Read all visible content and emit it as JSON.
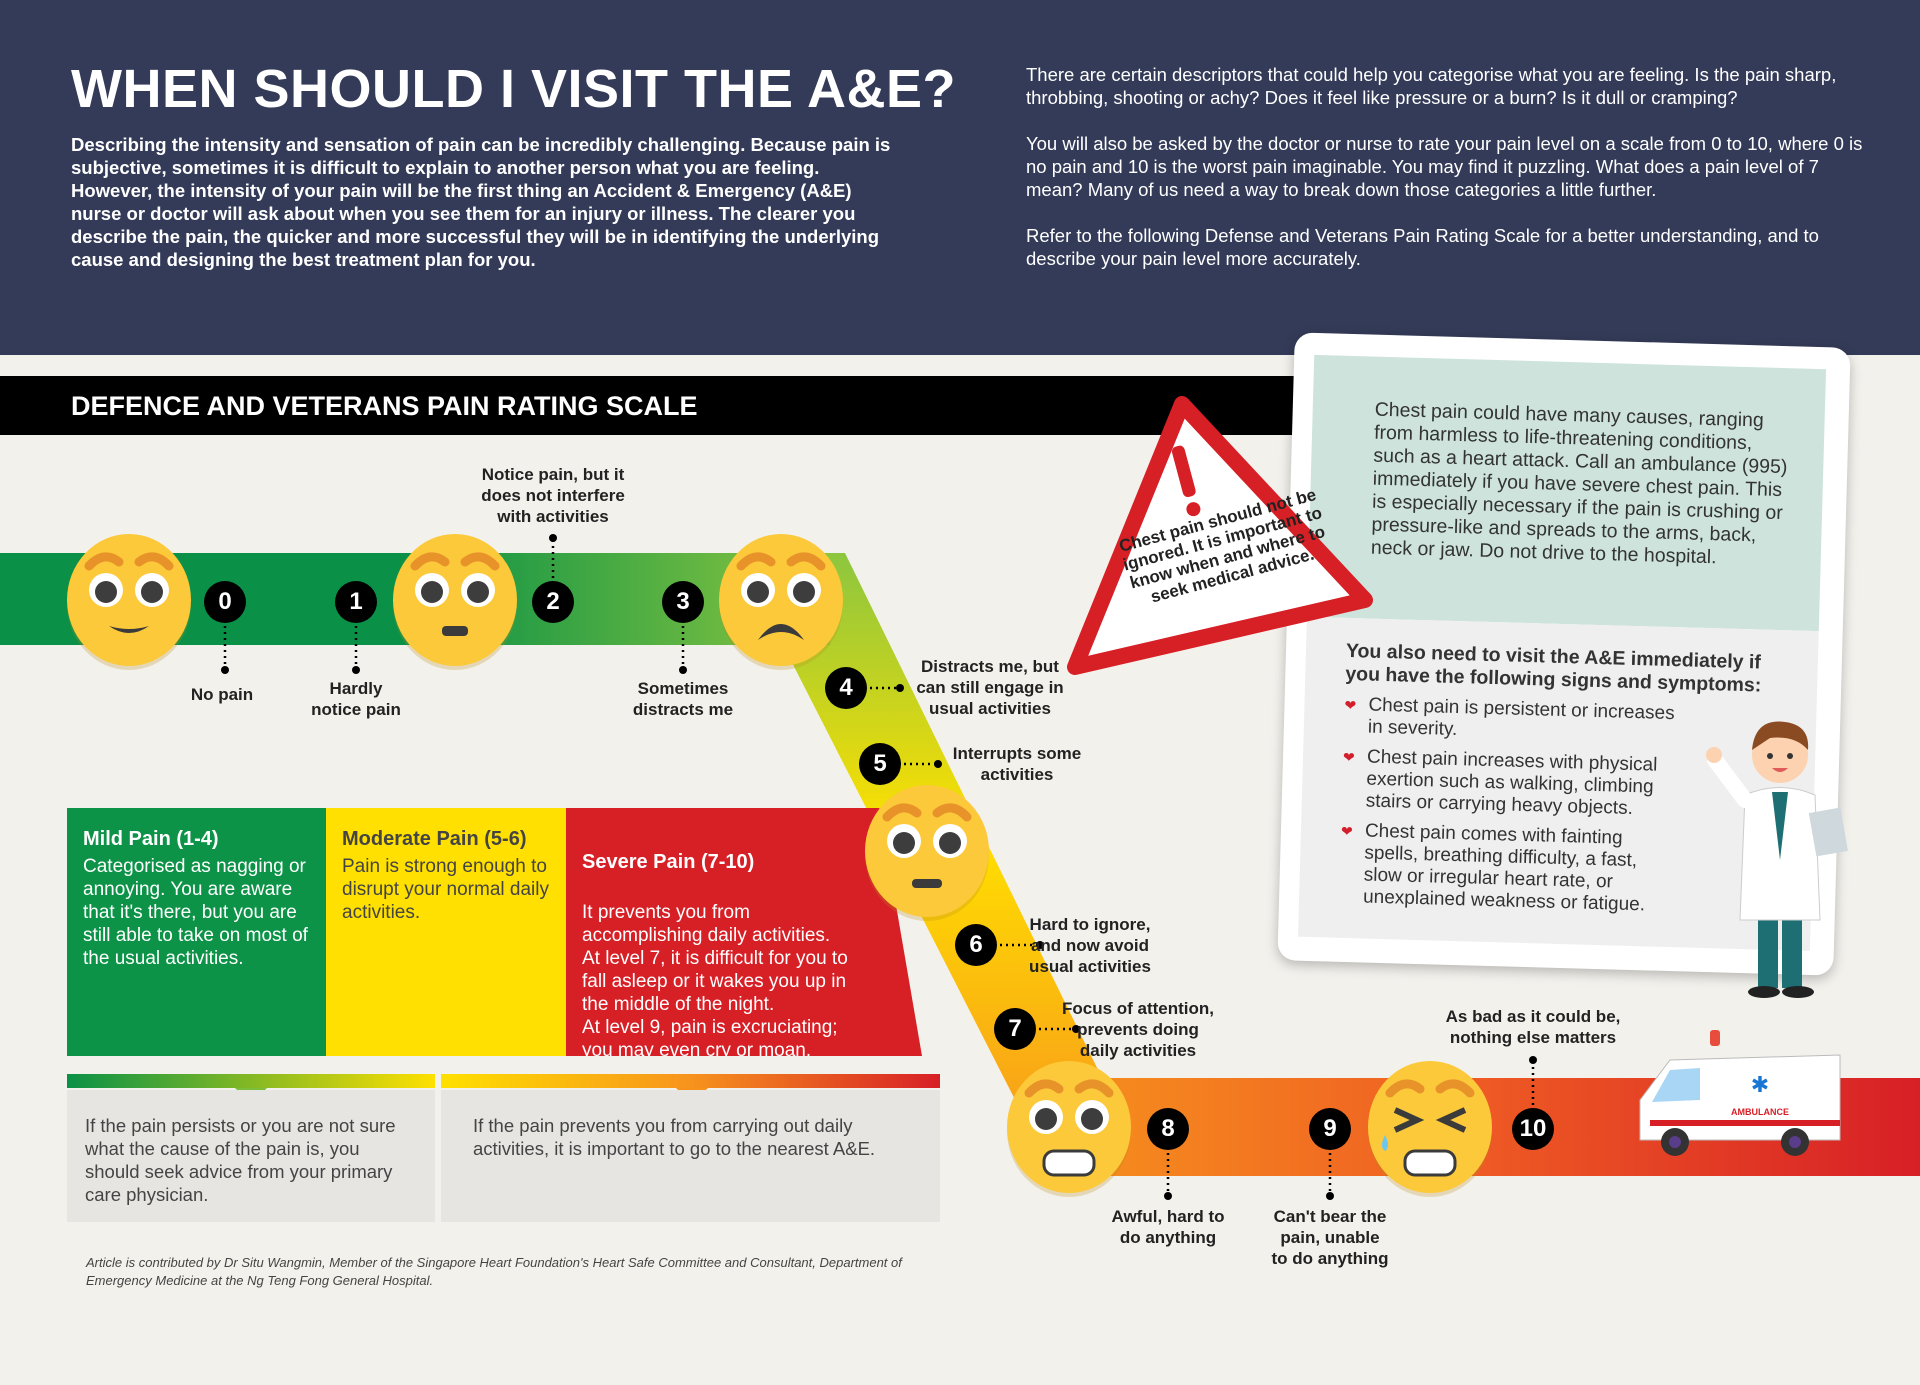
{
  "header": {
    "title": "WHEN SHOULD I VISIT THE A&E?",
    "intro": "Describing the intensity and sensation of pain can be incredibly challenging. Because pain is subjective, sometimes it is difficult to explain to another person what you are feeling. However, the intensity of your pain will be the first thing an Accident & Emergency (A&E) nurse or doctor will ask about when you see them for an injury or illness. The clearer you describe the pain, the quicker and more successful they will be in identifying the underlying cause and designing the best treatment plan for you.",
    "right_paragraphs": [
      "There are certain descriptors that could help you categorise what you are feeling. Is the pain sharp, throbbing, shooting or achy? Does it feel like pressure or a burn? Is it dull or cramping?",
      "You will also be asked by the doctor or nurse to rate your pain level on a scale from 0 to 10, where 0 is no pain and 10 is the worst pain imaginable. You may find it puzzling. What does a pain level of 7 mean? Many of us need a way to break down those categories a little further.",
      "Refer to the following Defense and Veterans Pain Rating Scale for a better understanding, and to describe your pain level more accurately."
    ]
  },
  "scale": {
    "title": "DEFENCE AND VETERANS PAIN RATING SCALE",
    "levels": [
      {
        "number": "0",
        "label": "No pain"
      },
      {
        "number": "1",
        "label": "Hardly\nnotice pain"
      },
      {
        "number": "2",
        "label": "Notice pain, but it\ndoes not interfere\nwith activities"
      },
      {
        "number": "3",
        "label": "Sometimes\ndistracts me"
      },
      {
        "number": "4",
        "label": "Distracts me, but\ncan still engage in\nusual activities"
      },
      {
        "number": "5",
        "label": "Interrupts some\nactivities"
      },
      {
        "number": "6",
        "label": "Hard to ignore,\nand now avoid\nusual activities"
      },
      {
        "number": "7",
        "label": "Focus of attention,\nprevents doing\ndaily activities"
      },
      {
        "number": "8",
        "label": "Awful, hard to\ndo anything"
      },
      {
        "number": "9",
        "label": "Can't bear the\npain, unable\nto do anything"
      },
      {
        "number": "10",
        "label": "As bad as it could be,\nnothing else matters"
      }
    ],
    "faces": [
      "smile",
      "neutral",
      "frown",
      "worried",
      "grimace",
      "crying-squint"
    ]
  },
  "categories": [
    {
      "title": "Mild Pain (1-4)",
      "text": "Categorised as nagging or annoying. You are aware that it's there, but you are still able to take on most of the usual activities.",
      "color": "#0c9347"
    },
    {
      "title": "Moderate Pain (5-6)",
      "text": "Pain is strong enough to disrupt your normal daily activities.",
      "color": "#ffe000"
    },
    {
      "title": "Severe Pain (7-10)",
      "text": "It prevents you from accomplishing daily activities. At level 7, it is difficult for you to fall asleep or it wakes you up in the middle of the night.\nAt level 9, pain is excruciating; you may even cry or moan.",
      "color": "#d71f26"
    }
  ],
  "advice": [
    "If the pain persists or you are not sure what the cause of the pain is, you should seek advice from your primary care physician.",
    "If the pain prevents you from carrying out daily activities, it is important to go to the nearest A&E."
  ],
  "footnote": "Article is contributed by Dr Situ Wangmin, Member of the Singapore Heart Foundation's Heart Safe Committee and Consultant, Department of Emergency Medicine at the Ng Teng Fong General Hospital.",
  "warning": {
    "text": "Chest pain should not be ignored. It is important to know when and where to seek medical advice.",
    "icon": "exclamation-icon"
  },
  "panel": {
    "top_text": "Chest pain could have many causes, ranging from harmless to life-threatening conditions, such as a heart attack. Call an ambulance (995) immediately if you have severe chest pain. This is especially necessary if the pain is crushing or pressure-like and spreads to the arms, back, neck or jaw. Do not drive to the hospital.",
    "heading": "You also need to visit the A&E immediately if you have the following signs and symptoms:",
    "bullets": [
      "Chest pain is persistent or increases in severity.",
      "Chest pain increases with physical exertion such as walking, climbing stairs or carrying heavy objects.",
      "Chest pain comes with fainting spells, breathing difficulty, a fast, slow or irregular heart rate, or unexplained weakness or fatigue."
    ],
    "bullet_icon": "heart-icon"
  },
  "ambulance": {
    "label": "AMBULANCE"
  }
}
